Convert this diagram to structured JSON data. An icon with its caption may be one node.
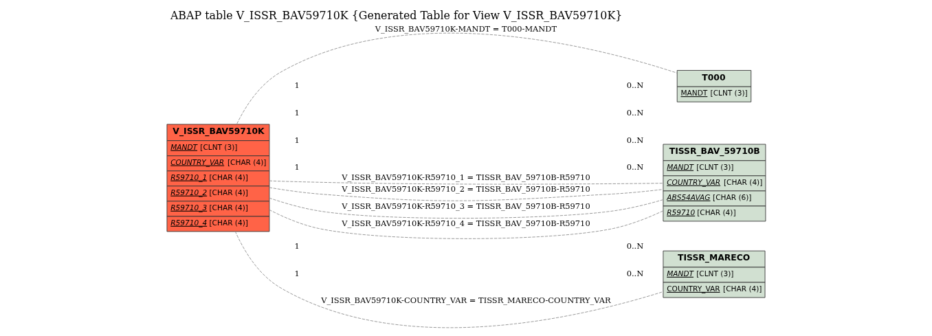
{
  "diagram": {
    "title": "ABAP table V_ISSR_BAV59710K {Generated Table for View V_ISSR_BAV59710K}",
    "nodes": [
      {
        "text": [
          "V_ISSR_BAV59710K",
          "*MANDT* [CLNT (3)]",
          "*COUNTRY_VAR* [CHAR (4)]",
          "*R59710_1* [CHAR (4)]",
          "*R59710_2* [CHAR (4)]",
          "*R59710_3* [CHAR (4)]",
          "*R59710_4* [CHAR (4)]"
        ]
      },
      {
        "text": [
          "T000",
          "MANDT [CLNT (3)]"
        ]
      },
      {
        "text": [
          "TISSR_BAV_59710B",
          "*MANDT* [CLNT (3)]",
          "*COUNTRY_VAR* [CHAR (4)]",
          "*ABS54AVAG* [CHAR (6)]",
          "*R59710* [CHAR (4)]"
        ]
      },
      {
        "text": [
          "TISSR_MARECO",
          "*MANDT* [CLNT (3)]",
          "COUNTRY_VAR [CHAR (4)]"
        ]
      }
    ],
    "edges": [
      {
        "from": 0,
        "to": 1,
        "arrow": "none",
        "label": "V_ISSR_BAV59710K-MANDT = T000-MANDT",
        "style": "dashed"
      },
      {
        "from": 0,
        "to": 2,
        "arrow": "none",
        "label": "V_ISSR_BAV59710K-R59710_1 = TISSR_BAV_59710B-R59710",
        "style": "dashed"
      },
      {
        "from": 0,
        "to": 2,
        "arrow": "none",
        "label": "V_ISSR_BAV59710K-R59710_2 = TISSR_BAV_59710B-R59710",
        "style": "dashed"
      },
      {
        "from": 0,
        "to": 2,
        "arrow": "none",
        "label": "V_ISSR_BAV59710K-R59710_3 = TISSR_BAV_59710B-R59710",
        "style": "dashed"
      },
      {
        "from": 0,
        "to": 2,
        "arrow": "none",
        "label": "V_ISSR_BAV59710K-R59710_4 = TISSR_BAV_59710B-R59710",
        "style": "dashed"
      },
      {
        "from": 0,
        "to": 3,
        "arrow": "none",
        "label": "V_ISSR_BAV59710K-COUNTRY_VAR = TISSR_MARECO-COUNTRY_VAR",
        "style": "dashed"
      }
    ],
    "labels": [
      "1",
      "0..N",
      "1",
      "0..N",
      "1",
      "0..N",
      "1",
      "0..N",
      "1",
      "0..N",
      "1",
      "0..N"
    ]
  }
}
